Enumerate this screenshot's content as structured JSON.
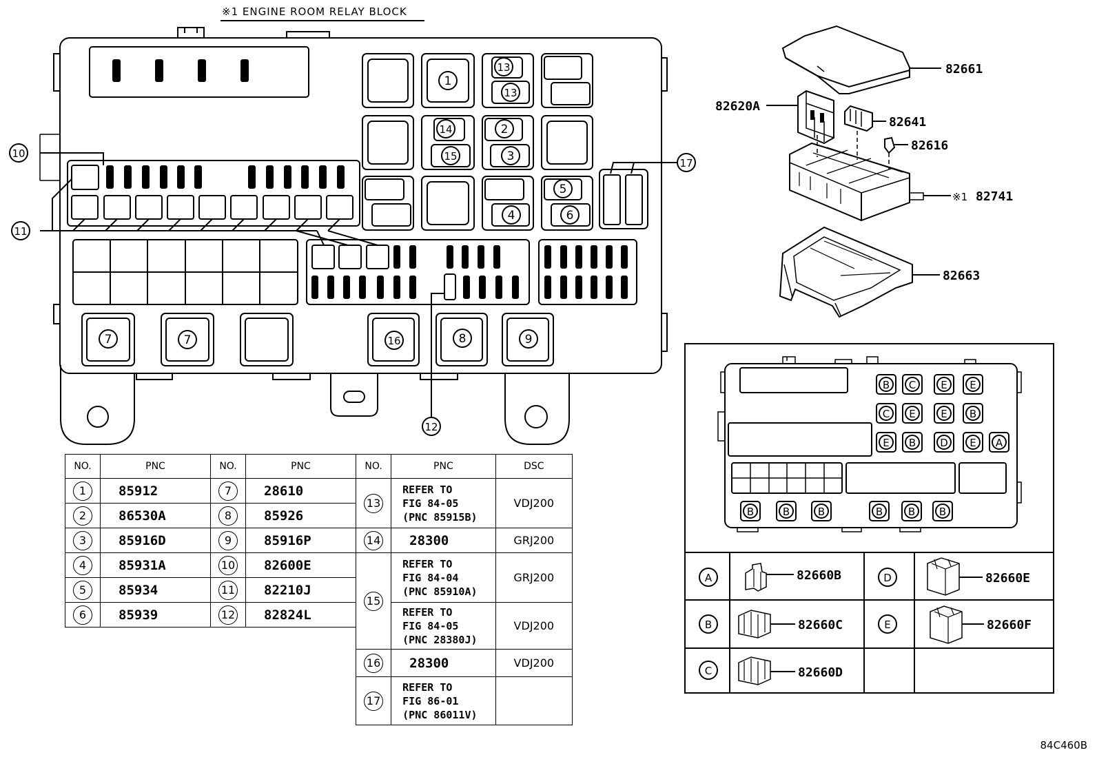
{
  "title": "※1  ENGINE ROOM RELAY BLOCK",
  "figure_code": "84C460B",
  "callouts": {
    "c1": "1",
    "c2": "2",
    "c3": "3",
    "c4": "4",
    "c5": "5",
    "c6": "6",
    "c7": "7",
    "c8": "8",
    "c9": "9",
    "c10": "10",
    "c11": "11",
    "c12": "12",
    "c13": "13",
    "c14": "14",
    "c15": "15",
    "c16": "16",
    "c17": "17"
  },
  "exploded_parts": {
    "cover": "82661",
    "fuse_block_a": "82620A",
    "relay": "82641",
    "fuse": "82616",
    "mark": "※1",
    "relay_block": "82741",
    "lower_cover": "82663"
  },
  "letters": {
    "A": "A",
    "B": "B",
    "C": "C",
    "D": "D",
    "E": "E"
  },
  "inset_legend": [
    {
      "letter": "A",
      "part": "82660B"
    },
    {
      "letter": "B",
      "part": "82660C"
    },
    {
      "letter": "C",
      "part": "82660D"
    },
    {
      "letter": "D",
      "part": "82660E"
    },
    {
      "letter": "E",
      "part": "82660F"
    }
  ],
  "table_headers": {
    "no": "NO.",
    "pnc": "PNC",
    "dsc": "DSC"
  },
  "table_left": [
    {
      "no": "1",
      "pnc": "85912"
    },
    {
      "no": "2",
      "pnc": "86530A"
    },
    {
      "no": "3",
      "pnc": "85916D"
    },
    {
      "no": "4",
      "pnc": "85931A"
    },
    {
      "no": "5",
      "pnc": "85934"
    },
    {
      "no": "6",
      "pnc": "85939"
    }
  ],
  "table_mid": [
    {
      "no": "7",
      "pnc": "28610"
    },
    {
      "no": "8",
      "pnc": "85926"
    },
    {
      "no": "9",
      "pnc": "85916P"
    },
    {
      "no": "10",
      "pnc": "82600E"
    },
    {
      "no": "11",
      "pnc": "82210J"
    },
    {
      "no": "12",
      "pnc": "82824L"
    }
  ],
  "table_right": [
    {
      "no": "13",
      "l1": "REFER TO",
      "l2": "FIG 84-05",
      "l3": "(PNC 85915B)",
      "dsc": "VDJ200"
    },
    {
      "no": "14",
      "pnc": "28300",
      "dsc": "GRJ200"
    },
    {
      "no": "15",
      "l1": "REFER TO",
      "l2": "FIG 84-04",
      "l3": "(PNC 85910A)",
      "dsc": "GRJ200"
    },
    {
      "no": "",
      "l1": "REFER TO",
      "l2": "FIG 84-05",
      "l3": "(PNC 28380J)",
      "dsc": "VDJ200"
    },
    {
      "no": "16",
      "pnc": "28300",
      "dsc": "VDJ200"
    },
    {
      "no": "17",
      "l1": "REFER TO",
      "l2": "FIG 86-01",
      "l3": "(PNC 86011V)",
      "dsc": ""
    }
  ]
}
